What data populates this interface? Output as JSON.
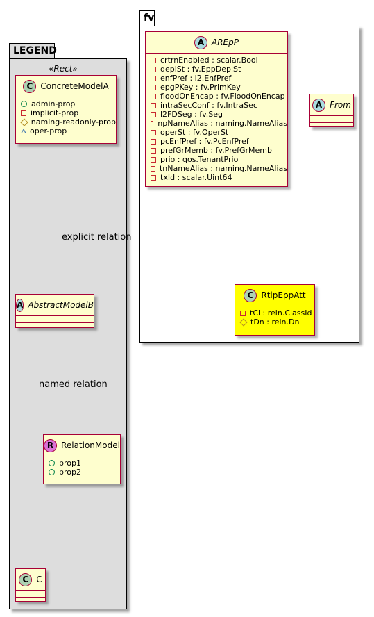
{
  "legend": {
    "title": "LEGEND",
    "stereotype": "«Rect»",
    "concrete": {
      "name": "ConcreteModelA",
      "props": [
        "admin-prop",
        "implicit-prop",
        "naming-readonly-prop",
        "oper-prop"
      ]
    },
    "abstract": {
      "name": "AbstractModelB"
    },
    "relation": {
      "name": "RelationModel",
      "props": [
        "prop1",
        "prop2"
      ]
    },
    "c": {
      "name": "C"
    },
    "explicit_label": "explicit relation",
    "named_label": "named relation"
  },
  "fv": {
    "title": "fv",
    "arepp": {
      "name": "AREpP",
      "attrs": [
        "crtrnEnabled : scalar.Bool",
        "deplSt : fv.EppDeplSt",
        "enfPref : l2.EnfPref",
        "epgPKey : fv.PrimKey",
        "floodOnEncap : fv.FloodOnEncap",
        "intraSecConf : fv.IntraSec",
        "l2FDSeg : fv.Seg",
        "npNameAlias : naming.NameAlias",
        "operSt : fv.OperSt",
        "pcEnfPref : fv.PcEnfPref",
        "prefGrMemb : fv.PrefGrMemb",
        "prio : qos.TenantPrio",
        "tnNameAlias : naming.NameAlias",
        "txId : scalar.Uint64"
      ]
    },
    "from": {
      "name": "From"
    },
    "rtlp": {
      "name": "RtlpEppAtt",
      "attrs": [
        "tCl : reln.ClassId",
        "tDn : reln.Dn"
      ]
    }
  },
  "colors": {
    "class_fill": "#FEFECE",
    "class_border": "#A80036",
    "highlight_fill": "#FFFF00",
    "legend_bg": "#DDDDDD"
  }
}
